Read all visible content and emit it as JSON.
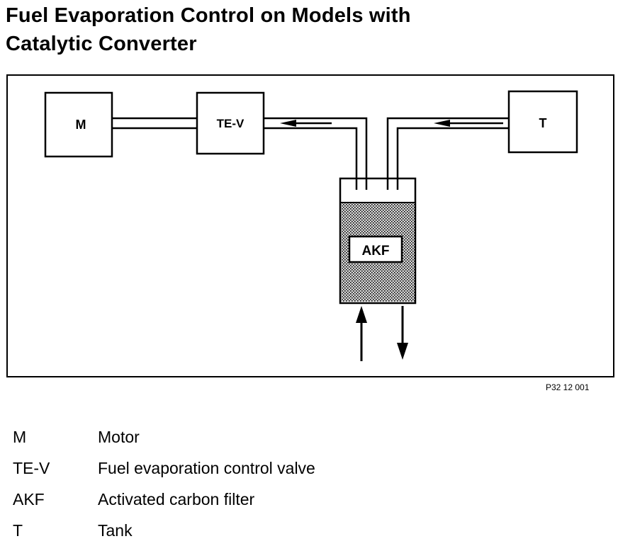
{
  "title": {
    "line1": "Fuel Evaporation Control on Models with",
    "line2": "Catalytic Converter"
  },
  "diagram": {
    "components": {
      "motor": "M",
      "valve": "TE-V",
      "filter": "AKF",
      "tank": "T"
    },
    "figure_ref": "P32 12 001"
  },
  "legend": [
    {
      "abbr": "M",
      "desc": "Motor"
    },
    {
      "abbr": "TE-V",
      "desc": "Fuel evaporation control valve"
    },
    {
      "abbr": "AKF",
      "desc": "Activated carbon filter"
    },
    {
      "abbr": "T",
      "desc": "Tank"
    }
  ]
}
